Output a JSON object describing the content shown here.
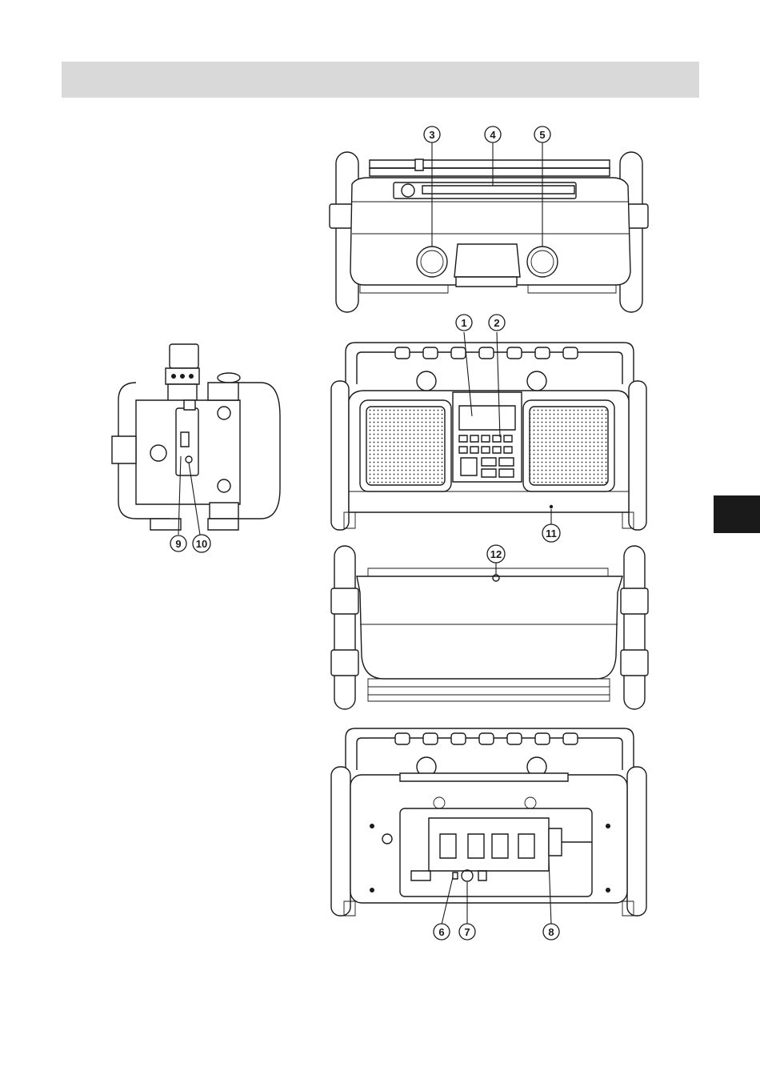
{
  "page": {
    "colors": {
      "header_band": "#d9d9d9",
      "side_tab": "#1a1a1a",
      "line_art": "#1a1a1a"
    }
  },
  "figures": {
    "side_view": {
      "callouts": [
        "9",
        "10"
      ]
    },
    "top_view": {
      "callouts": [
        "3",
        "4",
        "5"
      ]
    },
    "front_view": {
      "callouts": [
        "1",
        "2",
        "11"
      ]
    },
    "bottom_view": {
      "callouts": [
        "12"
      ]
    },
    "rear_view": {
      "callouts": [
        "6",
        "7",
        "8"
      ]
    }
  }
}
